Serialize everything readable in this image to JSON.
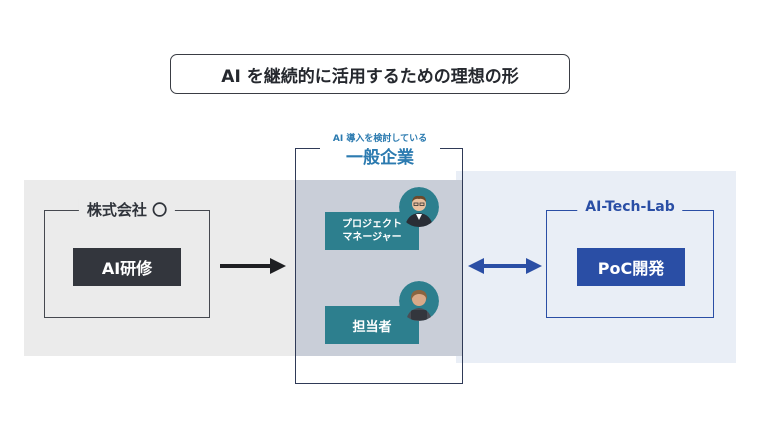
{
  "title": "AI を継続的に活用するための理想の形",
  "left_box": {
    "label": "株式会社 〇",
    "tag": "AI研修"
  },
  "center_box": {
    "small_label": "AI 導入を検討している",
    "big_label": "一般企業",
    "roles": [
      {
        "label_line1": "プロジェクト",
        "label_line2": "マネージャー"
      },
      {
        "label_line1": "担当者",
        "label_line2": ""
      }
    ]
  },
  "right_box": {
    "label": "AI-Tech-Lab",
    "tag": "PoC開発"
  },
  "colors": {
    "left_band": "#ebebeb",
    "right_band": "#e9eef6",
    "dark_tag": "#33363d",
    "teal_tag": "#2d7f8e",
    "blue_accent": "#2a4ea5",
    "center_label": "#2c7bb0"
  },
  "icons": [
    "arrow-right-icon",
    "double-arrow-icon",
    "manager-avatar-icon",
    "staff-avatar-icon"
  ]
}
